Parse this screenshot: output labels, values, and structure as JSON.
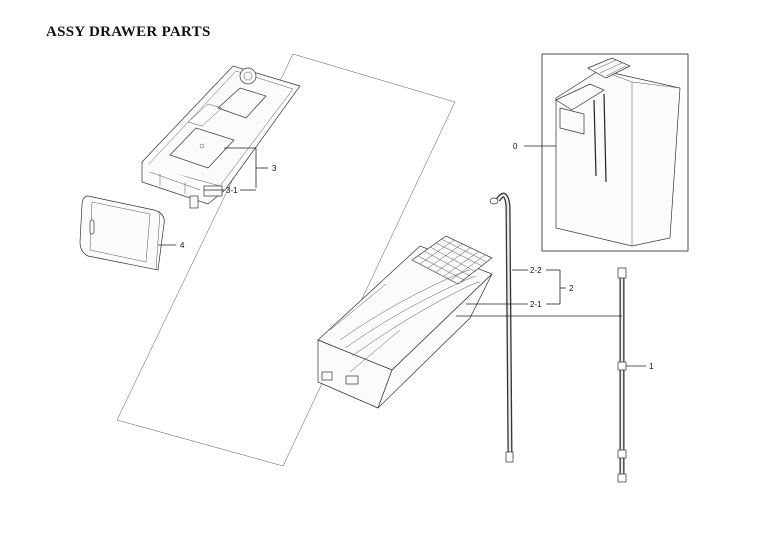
{
  "title": "ASSY DRAWER PARTS",
  "callouts": {
    "c0": "0",
    "c1": "1",
    "c2": "2",
    "c2_1": "2-1",
    "c2_2": "2-2",
    "c3": "3",
    "c3_1": "3-1",
    "c4": "4"
  }
}
